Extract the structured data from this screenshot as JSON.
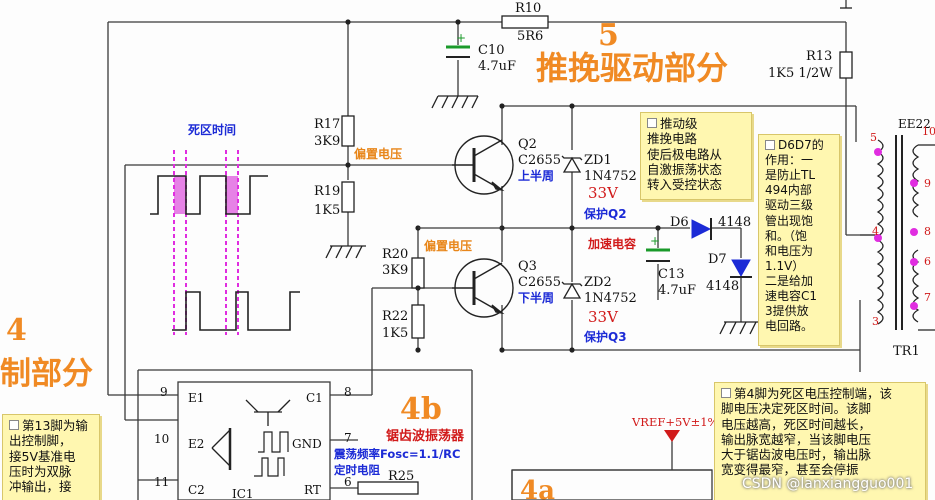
{
  "sections": {
    "push_pull_num": "5",
    "push_pull_title": "推挽驱动部分",
    "control_num": "4",
    "control_title": "制部分",
    "osc_num": "4b",
    "osc_title": "锯齿波振荡器",
    "bottom_num": "4a"
  },
  "components": {
    "r10": {
      "ref": "R10",
      "value": "5R6"
    },
    "c10": {
      "ref": "C10",
      "value": "4.7uF"
    },
    "r13": {
      "ref": "R13",
      "value": "1K5 1/2W"
    },
    "r17": {
      "ref": "R17",
      "value": "3K9"
    },
    "r19": {
      "ref": "R19",
      "value": "1K5"
    },
    "r20": {
      "ref": "R20",
      "value": "3K9"
    },
    "r22": {
      "ref": "R22",
      "value": "1K5"
    },
    "r25": {
      "ref": "R25"
    },
    "q2": {
      "ref": "Q2",
      "value": "C2655",
      "role": "上半周"
    },
    "q3": {
      "ref": "Q3",
      "value": "C2655",
      "role": "下半周"
    },
    "zd1": {
      "ref": "ZD1",
      "value": "1N4752",
      "voltage": "33V",
      "function": "保护Q2"
    },
    "zd2": {
      "ref": "ZD2",
      "value": "1N4752",
      "voltage": "33V",
      "function": "保护Q3"
    },
    "d6": {
      "ref": "D6",
      "value": "4148"
    },
    "d7": {
      "ref": "D7",
      "value": "4148"
    },
    "c13": {
      "ref": "C13",
      "value": "4.7uF",
      "function": "加速电容"
    },
    "tr1": {
      "ref": "TR1",
      "core": "EE22",
      "pins": [
        "5",
        "10",
        "9",
        "4",
        "8",
        "6",
        "7",
        "3"
      ]
    },
    "ic1": {
      "ref": "IC1",
      "pins": [
        "E1",
        "E2",
        "C2",
        "C1",
        "GND",
        "RT"
      ],
      "pin_numbers": [
        "9",
        "10",
        "11",
        "8",
        "7",
        "6"
      ]
    }
  },
  "labels": {
    "dead_time": "死区时间",
    "bias_voltage": "偏置电压",
    "osc_freq": "震荡频率Fosc=1.1/RC",
    "timing_resistor": "定时电阻",
    "vref": "VREF+5V±1%"
  },
  "notes": {
    "driver_stage": [
      "推动级",
      "推挽电路",
      "使后极电路从",
      "自激振荡状态",
      "转入受控状态"
    ],
    "d6d7": [
      "D6D7的",
      "作用：一",
      "是防止TL",
      "494内部",
      "驱动三级",
      "管出现饱",
      "和。（饱",
      "和电压为",
      "1.1V）",
      "二是给加",
      "速电容C1",
      "3提供放",
      "电回路。"
    ],
    "pin13": [
      "第13脚为输",
      "出控制脚，",
      "接5V基准电",
      "压时为双脉",
      "冲输出，接"
    ],
    "pin4": [
      "第4脚为死区电压控制端，该",
      "脚电压决定死区时间。该脚",
      "电压越高，死区时间越长，",
      "输出脉宽越窄，当该脚电压",
      "大于锯齿波电压时，输出脉",
      "宽变得最窄，甚至会停振"
    ]
  },
  "watermark": "CSDN @lanxiangguo001",
  "colors": {
    "wire": "#3a3a3a",
    "note_bg": "#fff7b0",
    "accent_orange": "#f08a24",
    "blue": "#1c2bd6",
    "red": "#d11a1a",
    "magenta": "#e02de0",
    "c_green": "#1a9a2a"
  }
}
